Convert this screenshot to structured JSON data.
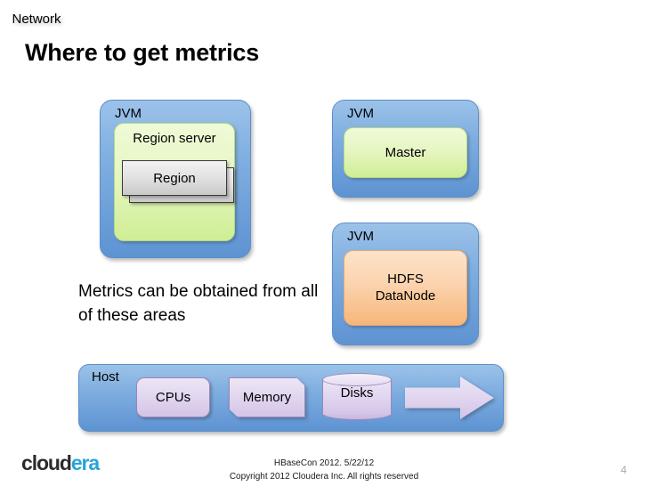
{
  "slide": {
    "title": "Where to get metrics",
    "body_text": "Metrics can be obtained from all of these areas"
  },
  "diagram": {
    "regionserver_jvm": {
      "jvm_label": "JVM",
      "inner_label": "Region server",
      "region_label": "Region"
    },
    "master_jvm": {
      "jvm_label": "JVM",
      "inner_label": "Master"
    },
    "datanode_jvm": {
      "jvm_label": "JVM",
      "inner_label": "HDFS\nDataNode",
      "inner_label_line1": "HDFS",
      "inner_label_line2": "DataNode"
    },
    "host": {
      "host_label": "Host",
      "resources": [
        {
          "label": "CPUs",
          "shape": "rounded-rectangle"
        },
        {
          "label": "Memory",
          "shape": "cut-corner-rectangle"
        },
        {
          "label": "Disks",
          "shape": "cylinder"
        },
        {
          "label": "Network",
          "shape": "right-arrow"
        }
      ]
    }
  },
  "colors": {
    "jvm_blue": "#7FAEE0",
    "green": "#E6F6C3",
    "orange": "#FBD3AE",
    "lavender": "#E2D7F0",
    "region_gray": "#E3E3E3",
    "logo_blue": "#29A3D8"
  },
  "footer": {
    "logo_part1": "cloud",
    "logo_part2": "era",
    "line1": "HBaseCon 2012.  5/22/12",
    "line2": "Copyright 2012 Cloudera Inc. All rights reserved",
    "page_number": "4"
  }
}
